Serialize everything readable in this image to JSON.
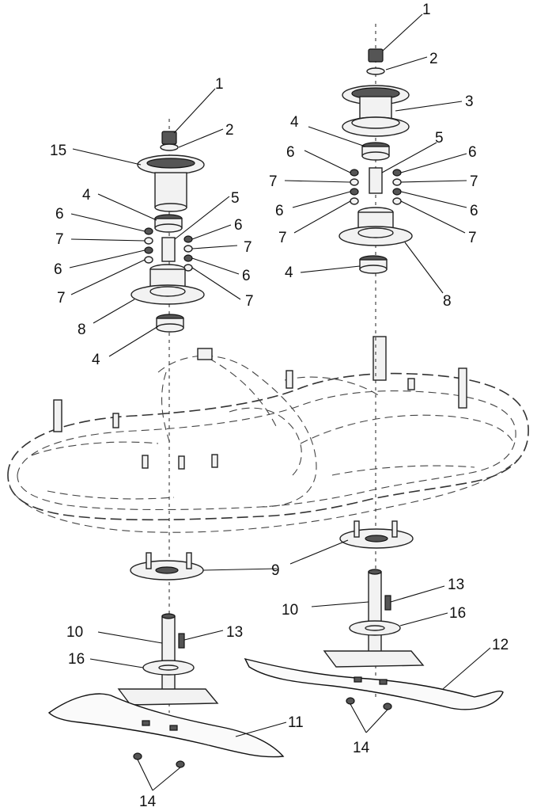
{
  "callouts": {
    "c1a": "1",
    "c2a": "2",
    "c3": "3",
    "c4a": "4",
    "c5a": "5",
    "c6a": "6",
    "c6b": "6",
    "c7a": "7",
    "c7b": "7",
    "c6c": "6",
    "c6d": "6",
    "c7c": "7",
    "c7d": "7",
    "c4b": "4",
    "c8a": "8",
    "c1b": "1",
    "c2b": "2",
    "c15": "15",
    "c4c": "4",
    "c5b": "5",
    "c6e": "6",
    "c6f": "6",
    "c7e": "7",
    "c7f": "7",
    "c6g": "6",
    "c6h": "6",
    "c7g": "7",
    "c7h": "7",
    "c8b": "8",
    "c4d": "4",
    "c9": "9",
    "c10a": "10",
    "c13a": "13",
    "c16a": "16",
    "c12": "12",
    "c14a": "14",
    "c10b": "10",
    "c13b": "13",
    "c16b": "16",
    "c11": "11",
    "c14b": "14"
  }
}
